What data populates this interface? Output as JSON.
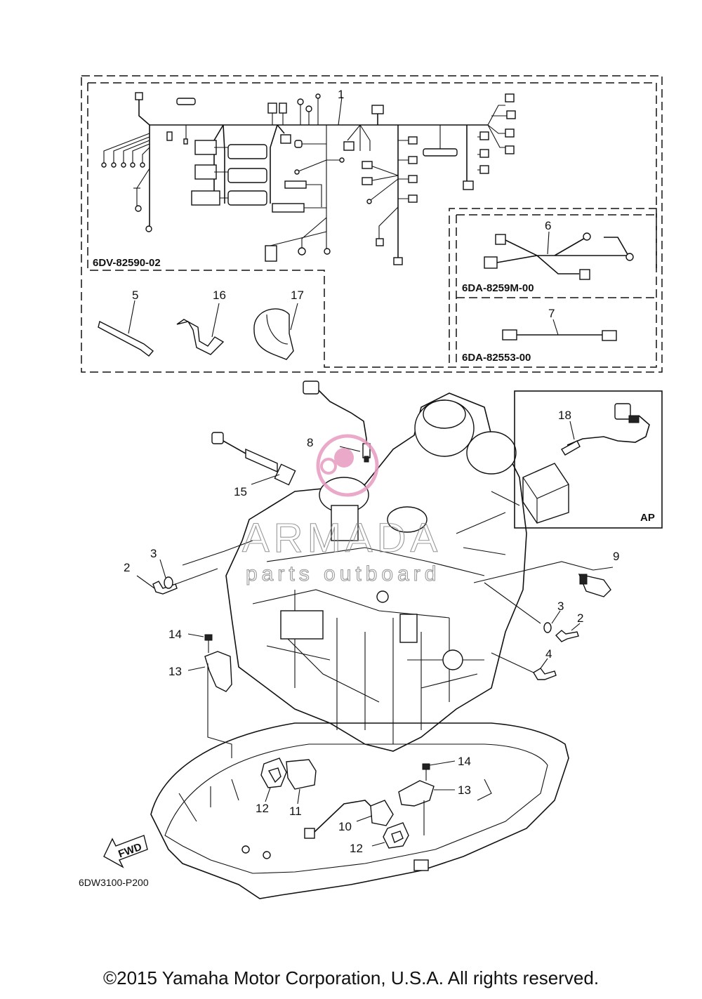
{
  "callouts": {
    "c1": "1",
    "c2a": "2",
    "c2b": "2",
    "c3a": "3",
    "c3b": "3",
    "c4": "4",
    "c5": "5",
    "c6": "6",
    "c7": "7",
    "c8": "8",
    "c9": "9",
    "c10": "10",
    "c11": "11",
    "c12a": "12",
    "c12b": "12",
    "c13a": "13",
    "c13b": "13",
    "c14a": "14",
    "c14b": "14",
    "c15": "15",
    "c16": "16",
    "c17": "17",
    "c18": "18"
  },
  "part_codes": {
    "harness_main": "6DV-82590-02",
    "harness_sub_6": "6DA-8259M-00",
    "harness_sub_7": "6DA-82553-00"
  },
  "inset_label": "AP",
  "direction_label": "FWD",
  "diagram_code": "6DW3100-P200",
  "watermark": {
    "name": "ARMADA",
    "tagline": "parts outboard"
  },
  "copyright": "©2015 Yamaha Motor Corporation, U.S.A. All rights reserved.",
  "colors": {
    "line": "#111111",
    "background": "#ffffff",
    "watermark_pink": "#e89bc0",
    "watermark_gray": "#888888"
  }
}
